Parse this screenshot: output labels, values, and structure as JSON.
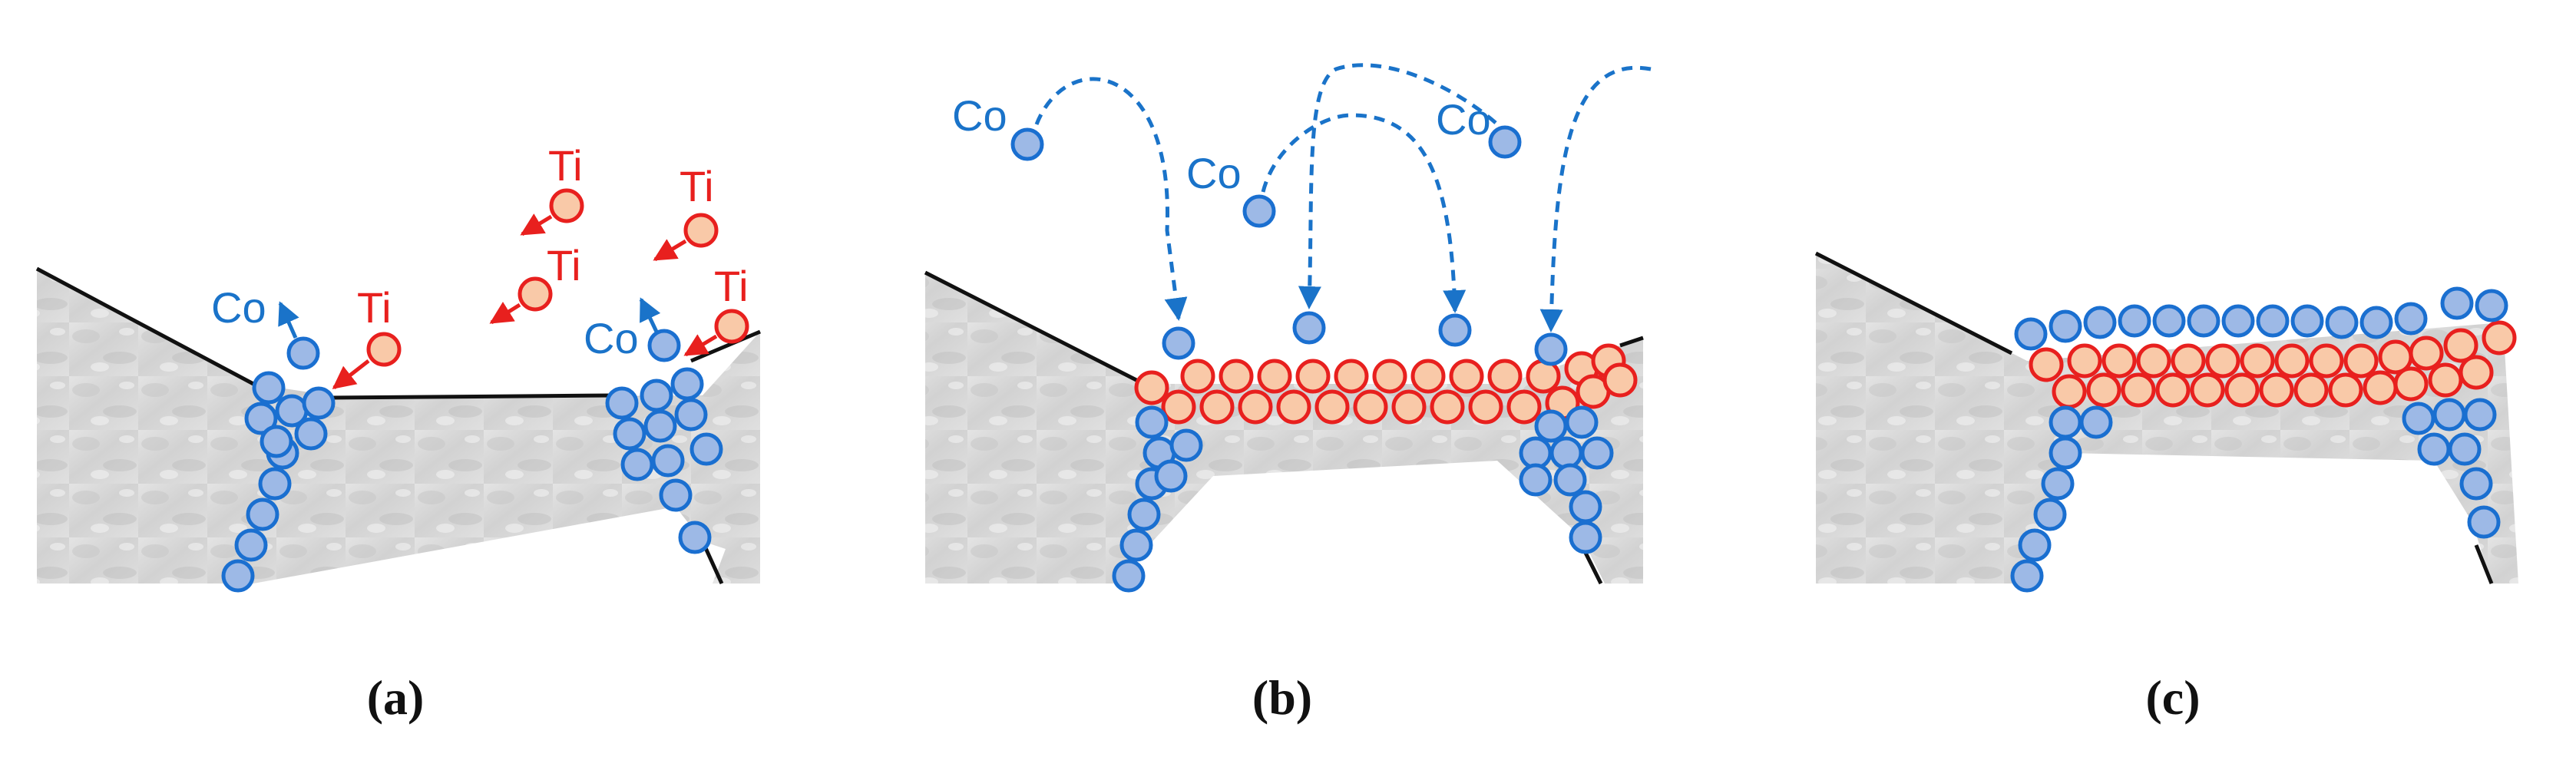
{
  "labels": {
    "cobalt": "Co",
    "titanium": "Ti"
  },
  "captions": [
    "(a)",
    "(b)",
    "(c)"
  ],
  "colors": {
    "cobalt_fill": "#9db9e6",
    "cobalt_stroke": "#1a6fd0",
    "titanium_fill": "#f9c9a8",
    "titanium_stroke": "#e8201e",
    "cobalt_arrow": "#1a73c9",
    "titanium_arrow": "#e8201e",
    "grain_boundary": "#111111",
    "substrate_fill": "#dcdcdc"
  },
  "icons": {
    "substrate": "grain-texture",
    "cobalt": "blue-circle-atom",
    "titanium": "red-circle-atom"
  }
}
